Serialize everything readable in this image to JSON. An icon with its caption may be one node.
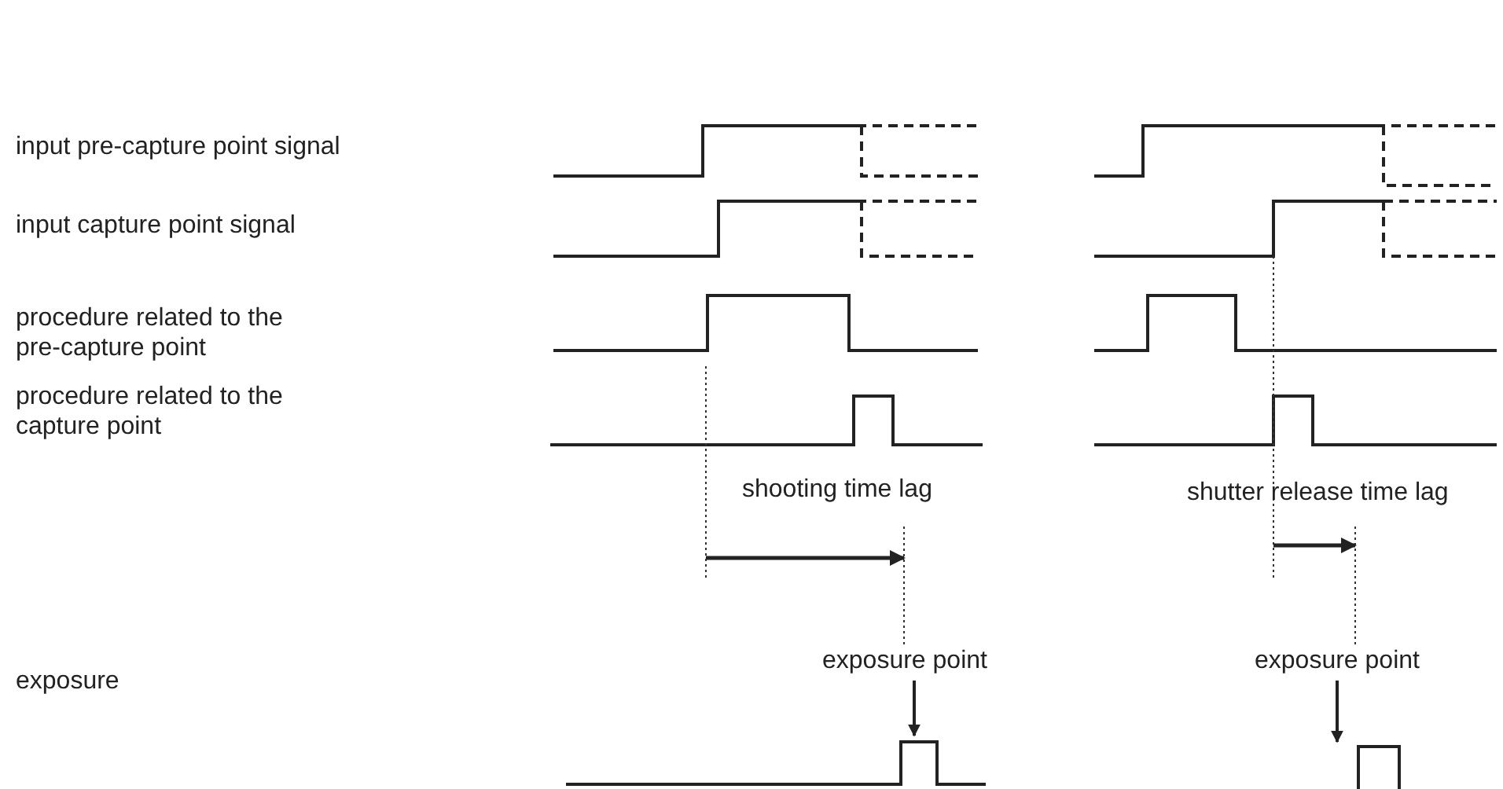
{
  "diagram": {
    "nodes": [
      {
        "text": [
          "exposure point"
        ]
      },
      {
        "text": [
          "exposure point"
        ]
      }
    ],
    "edges": [
      {
        "from": 0,
        "to": null,
        "arrow": "to"
      },
      {
        "from": 1,
        "to": null,
        "arrow": "to"
      }
    ],
    "labels": [
      "input pre-capture point signal",
      "input capture point signal",
      "procedure related to the pre-capture point",
      "procedure related to the capture point",
      "shooting time lag",
      "shutter release time lag",
      "exposure"
    ]
  }
}
